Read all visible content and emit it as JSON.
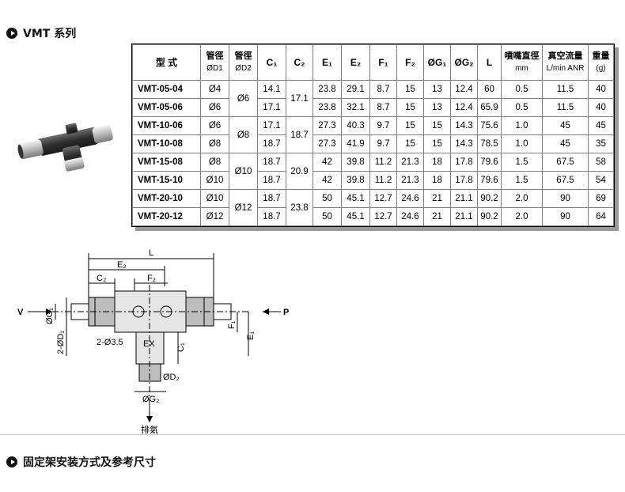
{
  "sections": {
    "top_title": "VMT 系列",
    "bottom_title": "固定架安装方式及参考尺寸"
  },
  "table": {
    "headers": [
      {
        "main": "型 式",
        "sub": ""
      },
      {
        "main": "管徑",
        "sub": "ØD1"
      },
      {
        "main": "管徑",
        "sub": "ØD2"
      },
      {
        "main": "C₁",
        "sub": ""
      },
      {
        "main": "C₂",
        "sub": ""
      },
      {
        "main": "E₁",
        "sub": ""
      },
      {
        "main": "E₂",
        "sub": ""
      },
      {
        "main": "F₁",
        "sub": ""
      },
      {
        "main": "F₂",
        "sub": ""
      },
      {
        "main": "ØG₁",
        "sub": ""
      },
      {
        "main": "ØG₂",
        "sub": ""
      },
      {
        "main": "L",
        "sub": ""
      },
      {
        "main": "噴嘴直徑",
        "sub": "mm"
      },
      {
        "main": "真空流量",
        "sub": "L/min ANR"
      },
      {
        "main": "重量",
        "sub": "(g)"
      }
    ],
    "rows": [
      {
        "model": "VMT-05-04",
        "d1": "Ø4",
        "c1": "14.1",
        "e1": "23.8",
        "e2": "29.1",
        "f1": "8.7",
        "f2": "15",
        "g1": "13",
        "g2": "12.4",
        "l": "60",
        "nozzle": "0.5",
        "flow": "11.5",
        "weight": "40"
      },
      {
        "model": "VMT-05-06",
        "d1": "Ø6",
        "c1": "17.1",
        "e1": "23.8",
        "e2": "32.1",
        "f1": "8.7",
        "f2": "15",
        "g1": "13",
        "g2": "12.4",
        "l": "65.9",
        "nozzle": "0.5",
        "flow": "11.5",
        "weight": "40"
      },
      {
        "model": "VMT-10-06",
        "d1": "Ø6",
        "c1": "17.1",
        "e1": "27.3",
        "e2": "40.3",
        "f1": "9.7",
        "f2": "15",
        "g1": "15",
        "g2": "14.3",
        "l": "75.6",
        "nozzle": "1.0",
        "flow": "45",
        "weight": "45"
      },
      {
        "model": "VMT-10-08",
        "d1": "Ø8",
        "c1": "18.7",
        "e1": "27.3",
        "e2": "41.9",
        "f1": "9.7",
        "f2": "15",
        "g1": "15",
        "g2": "14.3",
        "l": "78.5",
        "nozzle": "1.0",
        "flow": "45",
        "weight": "35"
      },
      {
        "model": "VMT-15-08",
        "d1": "Ø8",
        "c1": "18.7",
        "e1": "42",
        "e2": "39.8",
        "f1": "11.2",
        "f2": "21.3",
        "g1": "18",
        "g2": "17.8",
        "l": "79.6",
        "nozzle": "1.5",
        "flow": "67.5",
        "weight": "58"
      },
      {
        "model": "VMT-15-10",
        "d1": "Ø10",
        "c1": "18.7",
        "e1": "42",
        "e2": "39.8",
        "f1": "11.2",
        "f2": "21.3",
        "g1": "18",
        "g2": "17.8",
        "l": "79.6",
        "nozzle": "1.5",
        "flow": "67.5",
        "weight": "54"
      },
      {
        "model": "VMT-20-10",
        "d1": "Ø10",
        "c1": "18.7",
        "e1": "50",
        "e2": "45.1",
        "f1": "12.7",
        "f2": "24.6",
        "g1": "21",
        "g2": "21.1",
        "l": "90.2",
        "nozzle": "2.0",
        "flow": "90",
        "weight": "69"
      },
      {
        "model": "VMT-20-12",
        "d1": "Ø12",
        "c1": "18.7",
        "e1": "50",
        "e2": "45.1",
        "f1": "12.7",
        "f2": "24.6",
        "g1": "21",
        "g2": "21.1",
        "l": "90.2",
        "nozzle": "2.0",
        "flow": "90",
        "weight": "64"
      }
    ],
    "merged": {
      "d2": [
        "Ø6",
        "Ø8",
        "Ø10",
        "Ø12"
      ],
      "c2": [
        "17.1",
        "18.7",
        "20.9",
        "23.8"
      ]
    }
  },
  "drawing": {
    "labels": {
      "L": "L",
      "E2": "E₂",
      "C2": "C₂",
      "F2": "F₂",
      "V": "V",
      "P": "P",
      "G1": "ØG₁",
      "D1": "2-ØD₁",
      "F1": "F₁",
      "E1": "E₁",
      "hole": "2-Ø3.5",
      "EX": "EX",
      "C1": "C₁",
      "D2": "ØD₂",
      "G2": "ØG₂",
      "exhaust": "排氣"
    }
  },
  "colors": {
    "body_dark": "#3a3a3a",
    "body_mid": "#6b6b6b",
    "metal": "#c9c9c9",
    "line": "#000000"
  }
}
